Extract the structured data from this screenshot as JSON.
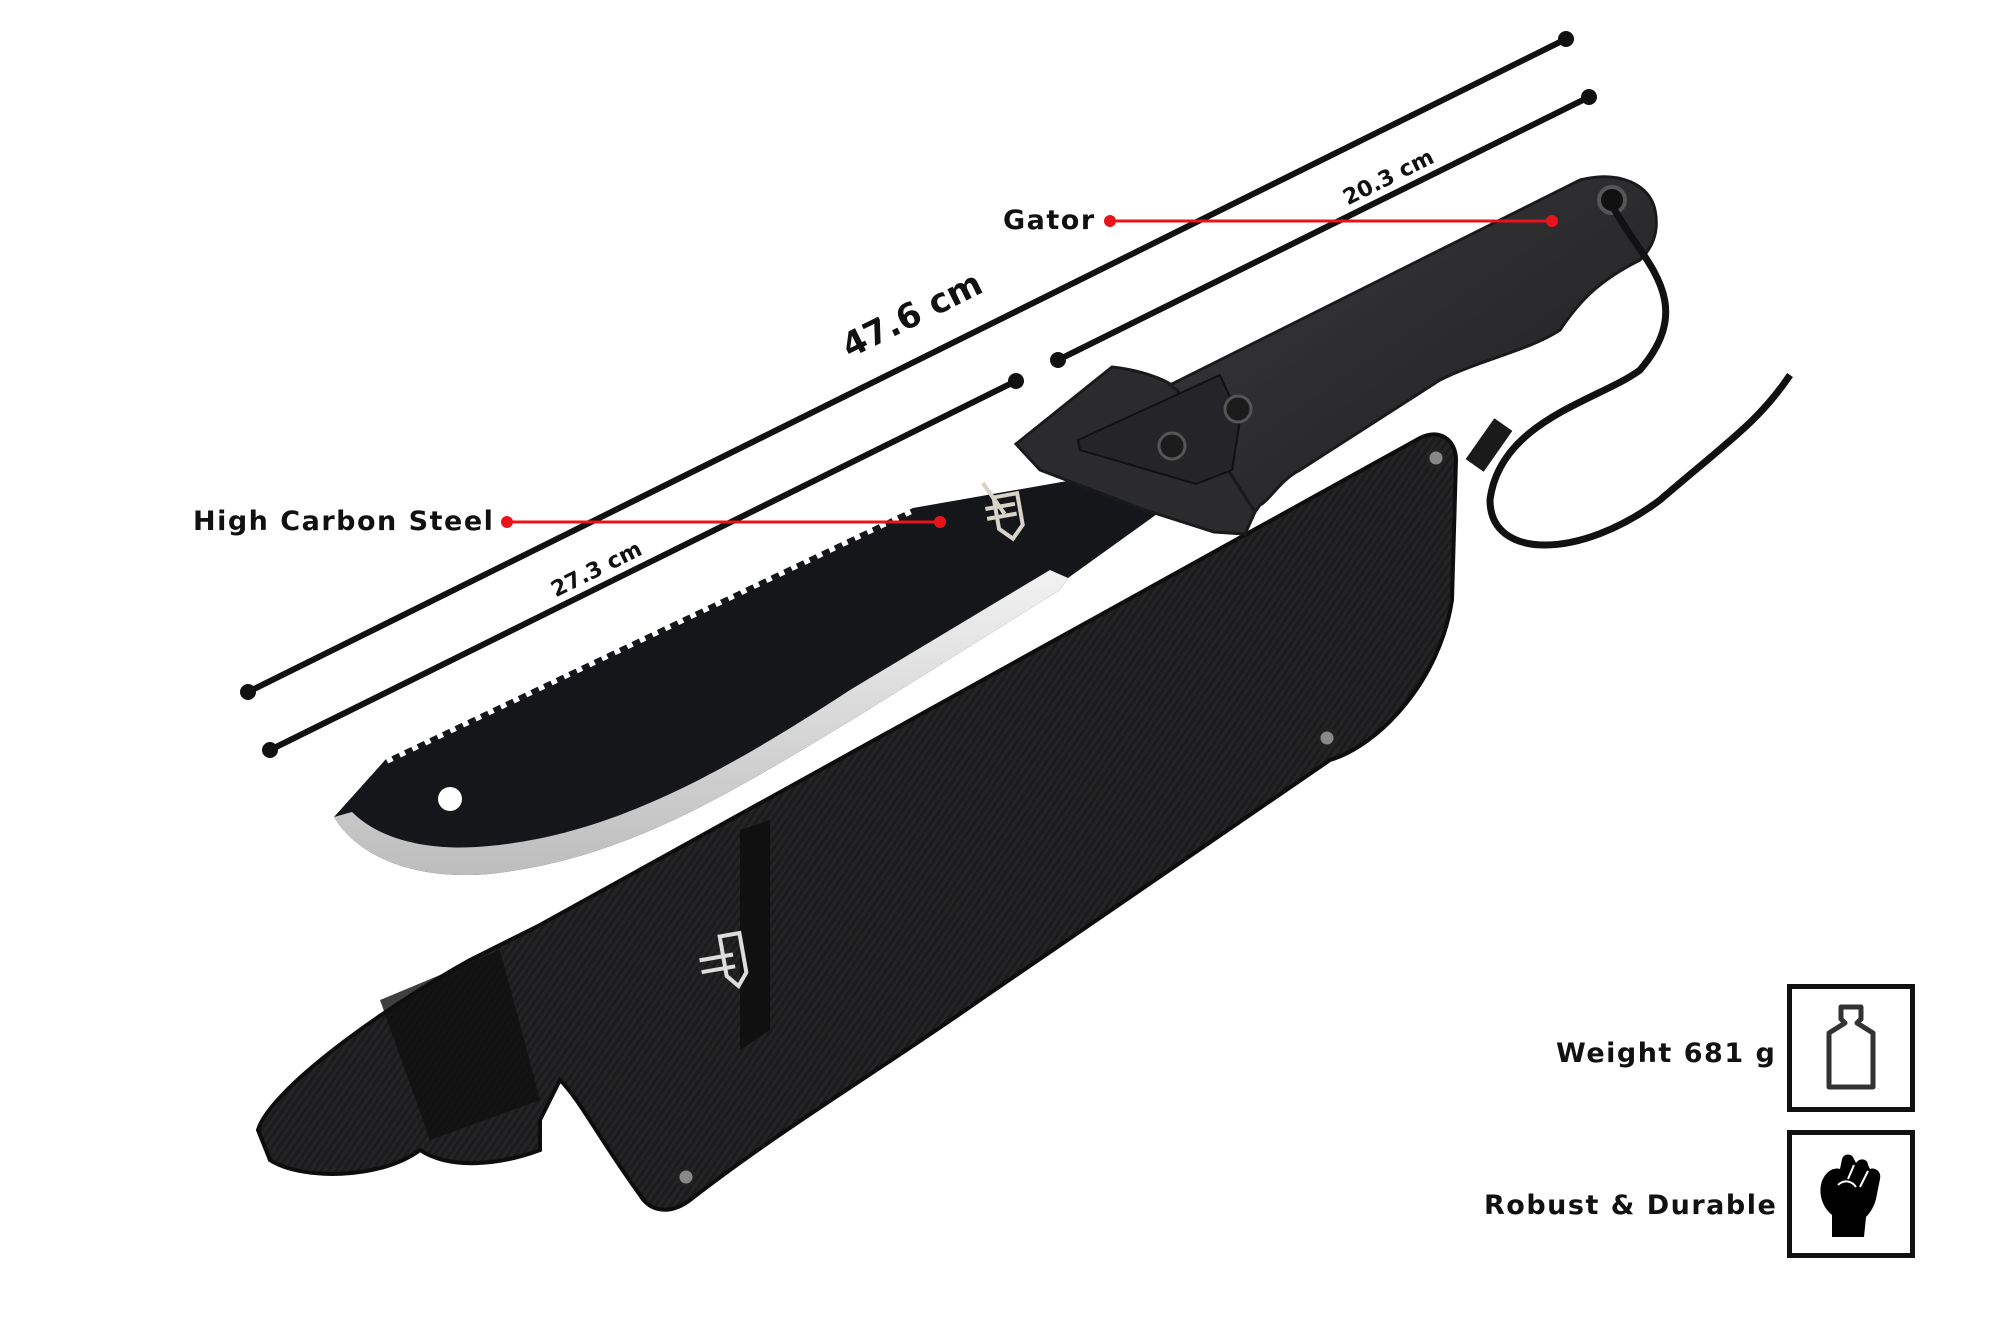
{
  "product": {
    "callouts": [
      {
        "label": "Gator",
        "target": "handle"
      },
      {
        "label": "High Carbon Steel",
        "target": "blade"
      }
    ],
    "dimensions": {
      "overall": "47.6 cm",
      "handle": "20.3 cm",
      "blade": "27.3 cm"
    },
    "features": [
      {
        "label": "Weight 681 g",
        "icon": "weight-icon"
      },
      {
        "label": "Robust & Durable",
        "icon": "fist-icon"
      }
    ]
  },
  "colors": {
    "callout_line": "#e8141c",
    "dimension_line": "#111111",
    "blade": "#15161a",
    "edge": "#d9d9d9",
    "handle": "#2a2a2c",
    "sheath": "#1a1a1a"
  }
}
